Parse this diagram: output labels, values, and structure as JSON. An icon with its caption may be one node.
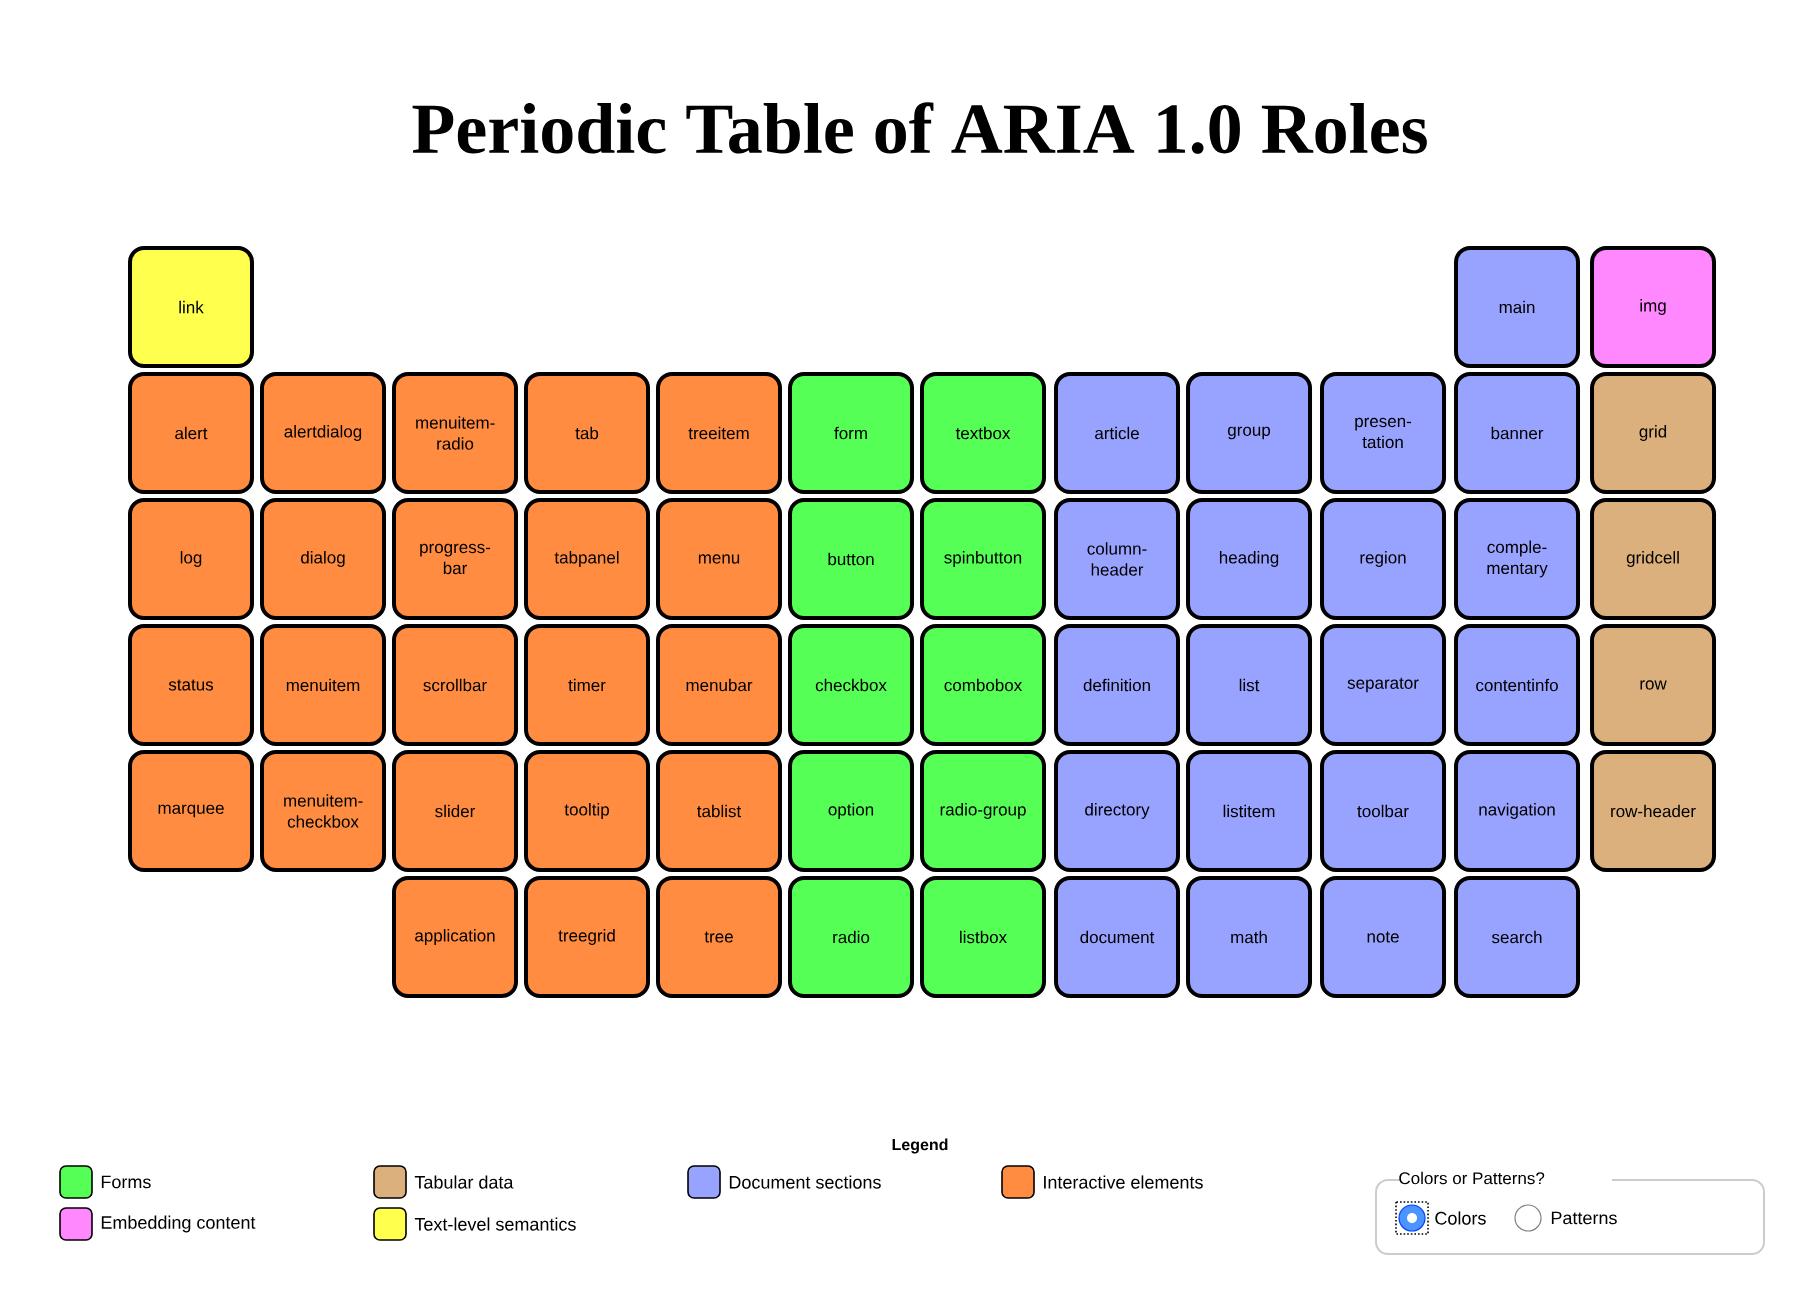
{
  "diagram": {
    "title": "Periodic Table of ARIA 1.0 Roles",
    "nodes": [
      {
        "text": [
          "link"
        ]
      },
      {
        "text": [
          "main"
        ]
      },
      {
        "text": [
          "img"
        ]
      },
      {
        "text": [
          "alert"
        ]
      },
      {
        "text": [
          "alertdialog"
        ]
      },
      {
        "text": [
          "menuitem-radio"
        ]
      },
      {
        "text": [
          "tab"
        ]
      },
      {
        "text": [
          "treeitem"
        ]
      },
      {
        "text": [
          "form"
        ]
      },
      {
        "text": [
          "textbox"
        ]
      },
      {
        "text": [
          "article"
        ]
      },
      {
        "text": [
          "group"
        ]
      },
      {
        "text": [
          "presen-tation"
        ]
      },
      {
        "text": [
          "banner"
        ]
      },
      {
        "text": [
          "grid"
        ]
      },
      {
        "text": [
          "log"
        ]
      },
      {
        "text": [
          "dialog"
        ]
      },
      {
        "text": [
          "progress-bar"
        ]
      },
      {
        "text": [
          "tabpanel"
        ]
      },
      {
        "text": [
          "menu"
        ]
      },
      {
        "text": [
          "button"
        ]
      },
      {
        "text": [
          "spinbutton"
        ]
      },
      {
        "text": [
          "column-header"
        ]
      },
      {
        "text": [
          "heading"
        ]
      },
      {
        "text": [
          "region"
        ]
      },
      {
        "text": [
          "comple-mentary"
        ]
      },
      {
        "text": [
          "gridcell"
        ]
      },
      {
        "text": [
          "status"
        ]
      },
      {
        "text": [
          "menuitem"
        ]
      },
      {
        "text": [
          "scrollbar"
        ]
      },
      {
        "text": [
          "timer"
        ]
      },
      {
        "text": [
          "menubar"
        ]
      },
      {
        "text": [
          "checkbox"
        ]
      },
      {
        "text": [
          "combobox"
        ]
      },
      {
        "text": [
          "definition"
        ]
      },
      {
        "text": [
          "list"
        ]
      },
      {
        "text": [
          "separator"
        ]
      },
      {
        "text": [
          "contentinfo"
        ]
      },
      {
        "text": [
          "row"
        ]
      },
      {
        "text": [
          "marquee"
        ]
      },
      {
        "text": [
          "menuitem-checkbox"
        ]
      },
      {
        "text": [
          "slider"
        ]
      },
      {
        "text": [
          "tooltip"
        ]
      },
      {
        "text": [
          "tablist"
        ]
      },
      {
        "text": [
          "option"
        ]
      },
      {
        "text": [
          "radio-group"
        ]
      },
      {
        "text": [
          "directory"
        ]
      },
      {
        "text": [
          "listitem"
        ]
      },
      {
        "text": [
          "toolbar"
        ]
      },
      {
        "text": [
          "navigation"
        ]
      },
      {
        "text": [
          "row-header"
        ]
      },
      {
        "text": [
          "application"
        ]
      },
      {
        "text": [
          "treegrid"
        ]
      },
      {
        "text": [
          "tree"
        ]
      },
      {
        "text": [
          "radio"
        ]
      },
      {
        "text": [
          "listbox"
        ]
      },
      {
        "text": [
          "document"
        ]
      },
      {
        "text": [
          "math"
        ]
      },
      {
        "text": [
          "note"
        ]
      },
      {
        "text": [
          "search"
        ]
      }
    ],
    "labels": [
      "Legend",
      "Colors or Patterns?",
      "Colors",
      "Patterns"
    ],
    "legend": [
      {
        "text": "Forms",
        "color": "#55ff55"
      },
      {
        "text": "Embedding content",
        "color": "#ff88ff"
      },
      {
        "text": "Tabular data",
        "color": "#dbb07c"
      },
      {
        "text": "Text-level semantics",
        "color": "#ffff4d"
      },
      {
        "text": "Document sections",
        "color": "#98a3ff"
      },
      {
        "text": "Interactive elements",
        "color": "#ff8c40"
      }
    ]
  }
}
